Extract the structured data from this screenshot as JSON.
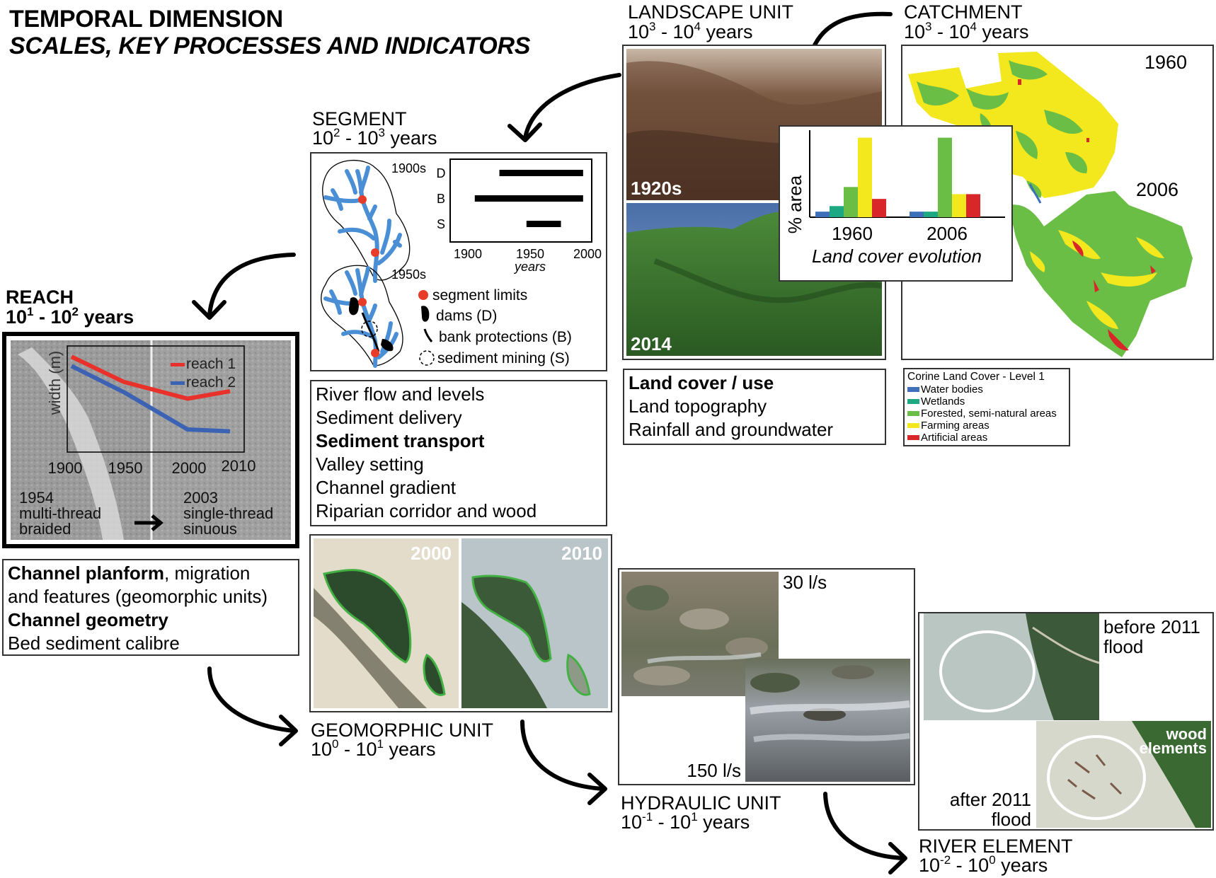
{
  "title": {
    "line1": "TEMPORAL DIMENSION",
    "line2": "SCALES, KEY PROCESSES AND INDICATORS"
  },
  "scales": {
    "landscape_unit": {
      "name": "LANDSCAPE UNIT",
      "range_a": "10",
      "exp_a": "3",
      "range_sep": " - 10",
      "exp_b": "4",
      "suffix": " years"
    },
    "catchment": {
      "name": "CATCHMENT",
      "range_a": "10",
      "exp_a": "3",
      "range_sep": " - 10",
      "exp_b": "4",
      "suffix": " years"
    },
    "segment": {
      "name": "SEGMENT",
      "range_a": "10",
      "exp_a": "2",
      "range_sep": " - 10",
      "exp_b": "3",
      "suffix": " years"
    },
    "reach": {
      "name": "REACH",
      "range_a": "10",
      "exp_a": "1",
      "range_sep": " - 10",
      "exp_b": "2",
      "suffix": " years"
    },
    "geomorphic_unit": {
      "name": "GEOMORPHIC UNIT",
      "range_a": "10",
      "exp_a": "0",
      "range_sep": " - 10",
      "exp_b": "1",
      "suffix": " years"
    },
    "hydraulic_unit": {
      "name": "HYDRAULIC UNIT",
      "range_a": "10",
      "exp_a": "-1",
      "range_sep": " - 10",
      "exp_b": "1",
      "suffix": " years"
    },
    "river_element": {
      "name": "RIVER ELEMENT",
      "range_a": "10",
      "exp_a": "-2",
      "range_sep": " - 10",
      "exp_b": "0",
      "suffix": " years"
    }
  },
  "landscape": {
    "photo_top_label": "1920s",
    "photo_bottom_label": "2014",
    "indicators": [
      {
        "text": "Land cover / use",
        "bold": true
      },
      {
        "text": "Land topography",
        "bold": false
      },
      {
        "text": "Rainfall and groundwater",
        "bold": false
      }
    ]
  },
  "catchment": {
    "map_top_label": "1960",
    "map_bottom_label": "2006",
    "legend": {
      "title": "Corine Land Cover - Level 1",
      "items": [
        {
          "label": "Water bodies",
          "color": "#3e6fba"
        },
        {
          "label": "Wetlands",
          "color": "#1ba882"
        },
        {
          "label": "Forested, semi-natural areas",
          "color": "#6abd45"
        },
        {
          "label": "Farming areas",
          "color": "#f2e81d"
        },
        {
          "label": "Artificial areas",
          "color": "#d92628"
        }
      ]
    }
  },
  "segment": {
    "diagram_label_top": "1900s",
    "diagram_label_bottom": "1950s",
    "timeline_xlabel": "years",
    "legend": [
      {
        "icon": "red-dot",
        "label": "segment limits"
      },
      {
        "icon": "dam-blob",
        "label": "dams (D)"
      },
      {
        "icon": "bank-line",
        "label": "bank protections (B)"
      },
      {
        "icon": "dashed-circle",
        "label": "sediment mining (S)"
      }
    ],
    "indicators": [
      {
        "text": "River flow and levels",
        "bold": false
      },
      {
        "text": "Sediment delivery",
        "bold": false
      },
      {
        "text": "Sediment transport",
        "bold": true
      },
      {
        "text": "Valley setting",
        "bold": false
      },
      {
        "text": "Channel gradient",
        "bold": false
      },
      {
        "text": "Riparian corridor and wood",
        "bold": false
      }
    ]
  },
  "reach": {
    "photo_left_year": "1954",
    "photo_left_desc1": "multi-thread",
    "photo_left_desc2": "braided",
    "photo_right_year": "2003",
    "photo_right_desc1": "single-thread",
    "photo_right_desc2": "sinuous",
    "indicators": [
      {
        "bold": "Channel planform",
        "rest": ", migration"
      },
      {
        "bold": "",
        "rest": "and features (geomorphic units)"
      },
      {
        "bold": "Channel geometry",
        "rest": ""
      },
      {
        "bold": "",
        "rest": "Bed sediment calibre"
      }
    ]
  },
  "geomorphic": {
    "photo_left_label": "2000",
    "photo_right_label": "2010"
  },
  "hydraulic": {
    "photo_top_label": "30 l/s",
    "photo_bottom_label": "150 l/s"
  },
  "river_element": {
    "before_label_1": "before 2011",
    "before_label_2": "flood",
    "after_label_1": "after 2011",
    "after_label_2": "flood",
    "wood_label_1": "wood",
    "wood_label_2": "elements"
  },
  "chart_data": [
    {
      "id": "land-cover-evolution",
      "type": "bar",
      "title": "Land cover evolution",
      "xlabel": "Land cover evolution",
      "ylabel": "% area",
      "categories": [
        "1960",
        "2006"
      ],
      "series": [
        {
          "name": "Water bodies",
          "color": "#3e6fba",
          "values": [
            7,
            7
          ]
        },
        {
          "name": "Wetlands",
          "color": "#1ba882",
          "values": [
            14,
            7
          ]
        },
        {
          "name": "Forested, semi-natural areas",
          "color": "#6abd45",
          "values": [
            38,
            100
          ]
        },
        {
          "name": "Farming areas",
          "color": "#f2e81d",
          "values": [
            100,
            29
          ]
        },
        {
          "name": "Artificial areas",
          "color": "#d92628",
          "values": [
            23,
            29
          ]
        }
      ],
      "ylim": [
        0,
        105
      ],
      "yticks_shown": false,
      "grid": false
    },
    {
      "id": "segment-pressures-timeline",
      "type": "bar",
      "orientation": "horizontal",
      "xlabel": "years",
      "categories": [
        "D",
        "B",
        "S"
      ],
      "xticks": [
        "1900",
        "1950",
        "2000"
      ],
      "xlim": [
        1890,
        2005
      ],
      "intervals": [
        {
          "name": "D",
          "start": 1930,
          "end": 1998
        },
        {
          "name": "B",
          "start": 1910,
          "end": 1998
        },
        {
          "name": "S",
          "start": 1952,
          "end": 1980
        }
      ]
    },
    {
      "id": "reach-width-evolution",
      "type": "line",
      "ylabel": "width (m)",
      "xticks": [
        "1900",
        "1950",
        "2000",
        "2010"
      ],
      "series": [
        {
          "name": "reach 1",
          "color": "#e8312a",
          "x": [
            1900,
            1950,
            2000,
            2010
          ],
          "y": [
            100,
            73,
            55,
            63
          ]
        },
        {
          "name": "reach 2",
          "color": "#3c62b3",
          "x": [
            1900,
            1950,
            2000,
            2010
          ],
          "y": [
            90,
            62,
            22,
            20
          ]
        }
      ],
      "ylim": [
        0,
        110
      ],
      "legend": "top-right",
      "grid": false
    }
  ]
}
